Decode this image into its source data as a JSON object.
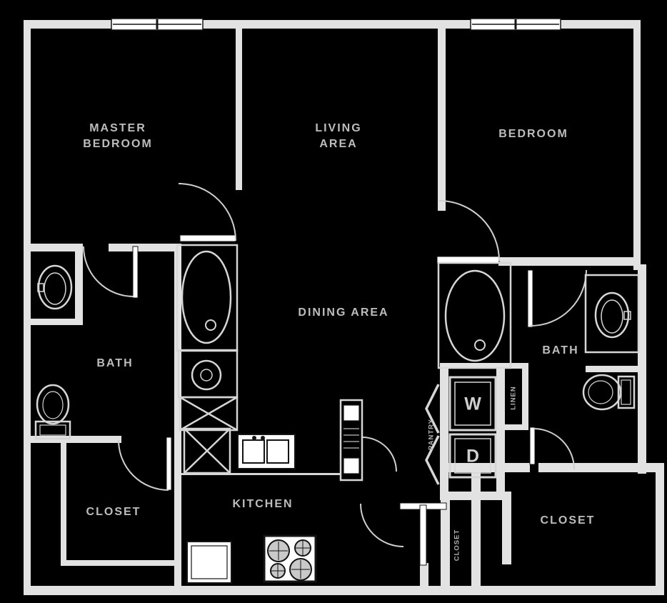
{
  "meta": {
    "type": "apartment floor plan",
    "background_color": "#000000",
    "wall_color": "#e2e2e2",
    "line_color": "#d6d6d6",
    "fixture_fill_color": "#ffffff",
    "detail_color": "#141414",
    "text_color": "#bdbdbd"
  },
  "rooms": {
    "master_bedroom": {
      "line1": "MASTER",
      "line2": "BEDROOM"
    },
    "living_area": {
      "line1": "LIVING",
      "line2": "AREA"
    },
    "bedroom": {
      "label": "BEDROOM"
    },
    "dining_area": {
      "label": "DINING AREA"
    },
    "bath_left": {
      "label": "BATH"
    },
    "bath_right": {
      "label": "BATH"
    },
    "closet_left": {
      "label": "CLOSET"
    },
    "closet_right": {
      "label": "CLOSET"
    },
    "kitchen": {
      "label": "KITCHEN"
    },
    "closet_small": {
      "label": "CLOSET"
    },
    "linen": {
      "label": "LINEN"
    },
    "pantry": {
      "label": "PANTRY"
    }
  },
  "appliances": {
    "washer": "W",
    "dryer": "D"
  }
}
